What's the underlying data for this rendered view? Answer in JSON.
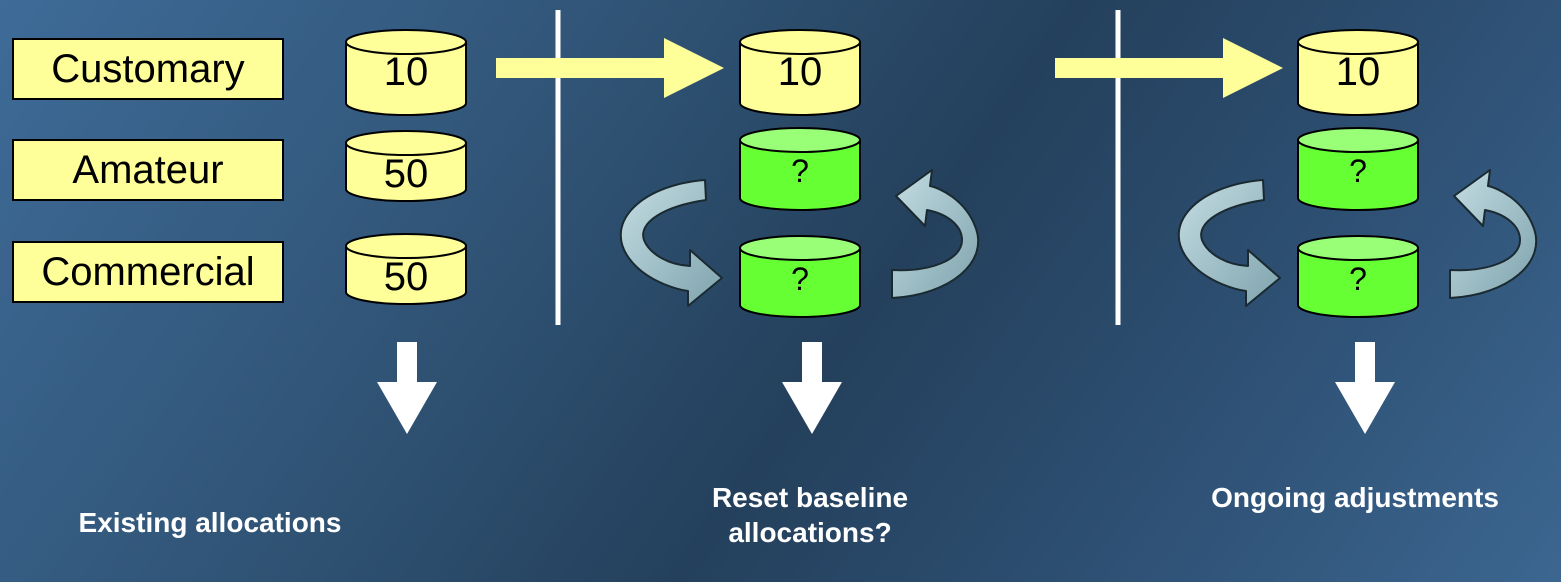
{
  "categories": [
    {
      "label": "Customary",
      "value": "10"
    },
    {
      "label": "Amateur",
      "value": "50"
    },
    {
      "label": "Commercial",
      "value": "50"
    }
  ],
  "stages": [
    {
      "caption": "Existing allocations"
    },
    {
      "caption": "Reset baseline allocations?",
      "top_value": "10",
      "pool_values": [
        "?",
        "?"
      ]
    },
    {
      "caption": "Ongoing adjustments",
      "top_value": "10",
      "pool_values": [
        "?",
        "?"
      ]
    }
  ],
  "colors": {
    "cylinder_yellow": "#ffff99",
    "cylinder_green": "#66ff33",
    "arrow_yellow": "#ffff99",
    "cycle_arrow": "#a8c4cc"
  }
}
